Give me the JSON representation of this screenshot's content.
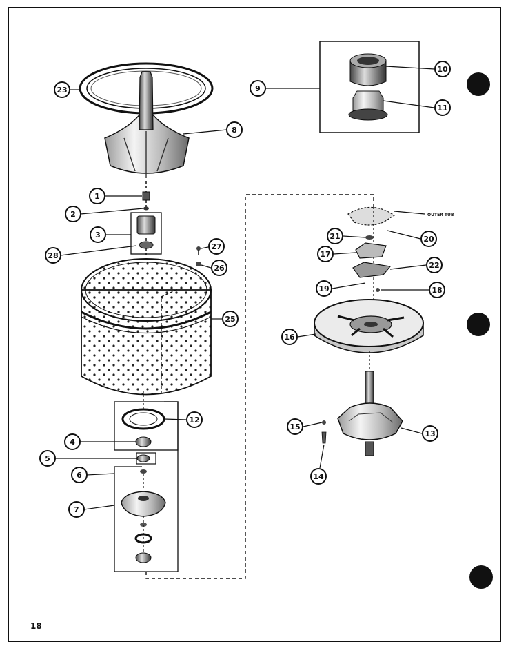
{
  "page_number": "18",
  "callouts": {
    "c1": "1",
    "c2": "2",
    "c3": "3",
    "c4": "4",
    "c5": "5",
    "c6": "6",
    "c7": "7",
    "c8": "8",
    "c9": "9",
    "c10": "10",
    "c11": "11",
    "c12": "12",
    "c13": "13",
    "c14": "14",
    "c15": "15",
    "c16": "16",
    "c17": "17",
    "c18": "18",
    "c19": "19",
    "c20": "20",
    "c21": "21",
    "c22": "22",
    "c23": "23",
    "c25": "25",
    "c26": "26",
    "c27": "27",
    "c28": "28"
  },
  "outer_tub_label": "OUTER TUB"
}
